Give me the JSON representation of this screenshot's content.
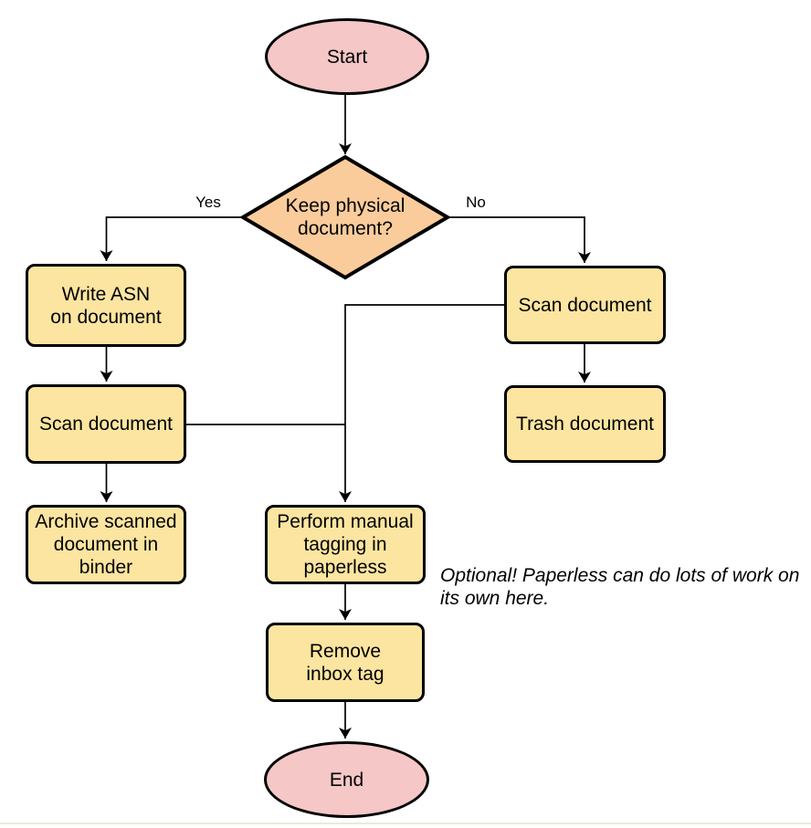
{
  "flowchart": {
    "nodes": {
      "start": "Start",
      "decision": "Keep physical\ndocument?",
      "write_asn": "Write ASN\non document",
      "scan_left": "Scan document",
      "archive": "Archive scanned\ndocument in\nbinder",
      "scan_right": "Scan document",
      "trash": "Trash document",
      "tagging": "Perform manual\ntagging in\npaperless",
      "remove_inbox": "Remove\ninbox tag",
      "end": "End"
    },
    "edge_labels": {
      "yes": "Yes",
      "no": "No"
    },
    "note": "Optional! Paperless can do lots of work on\nits own here.",
    "colors": {
      "terminal_fill": "#F5C7C7",
      "decision_fill": "#FACC9C",
      "process_fill": "#FCE5A0",
      "stroke": "#000000"
    }
  }
}
